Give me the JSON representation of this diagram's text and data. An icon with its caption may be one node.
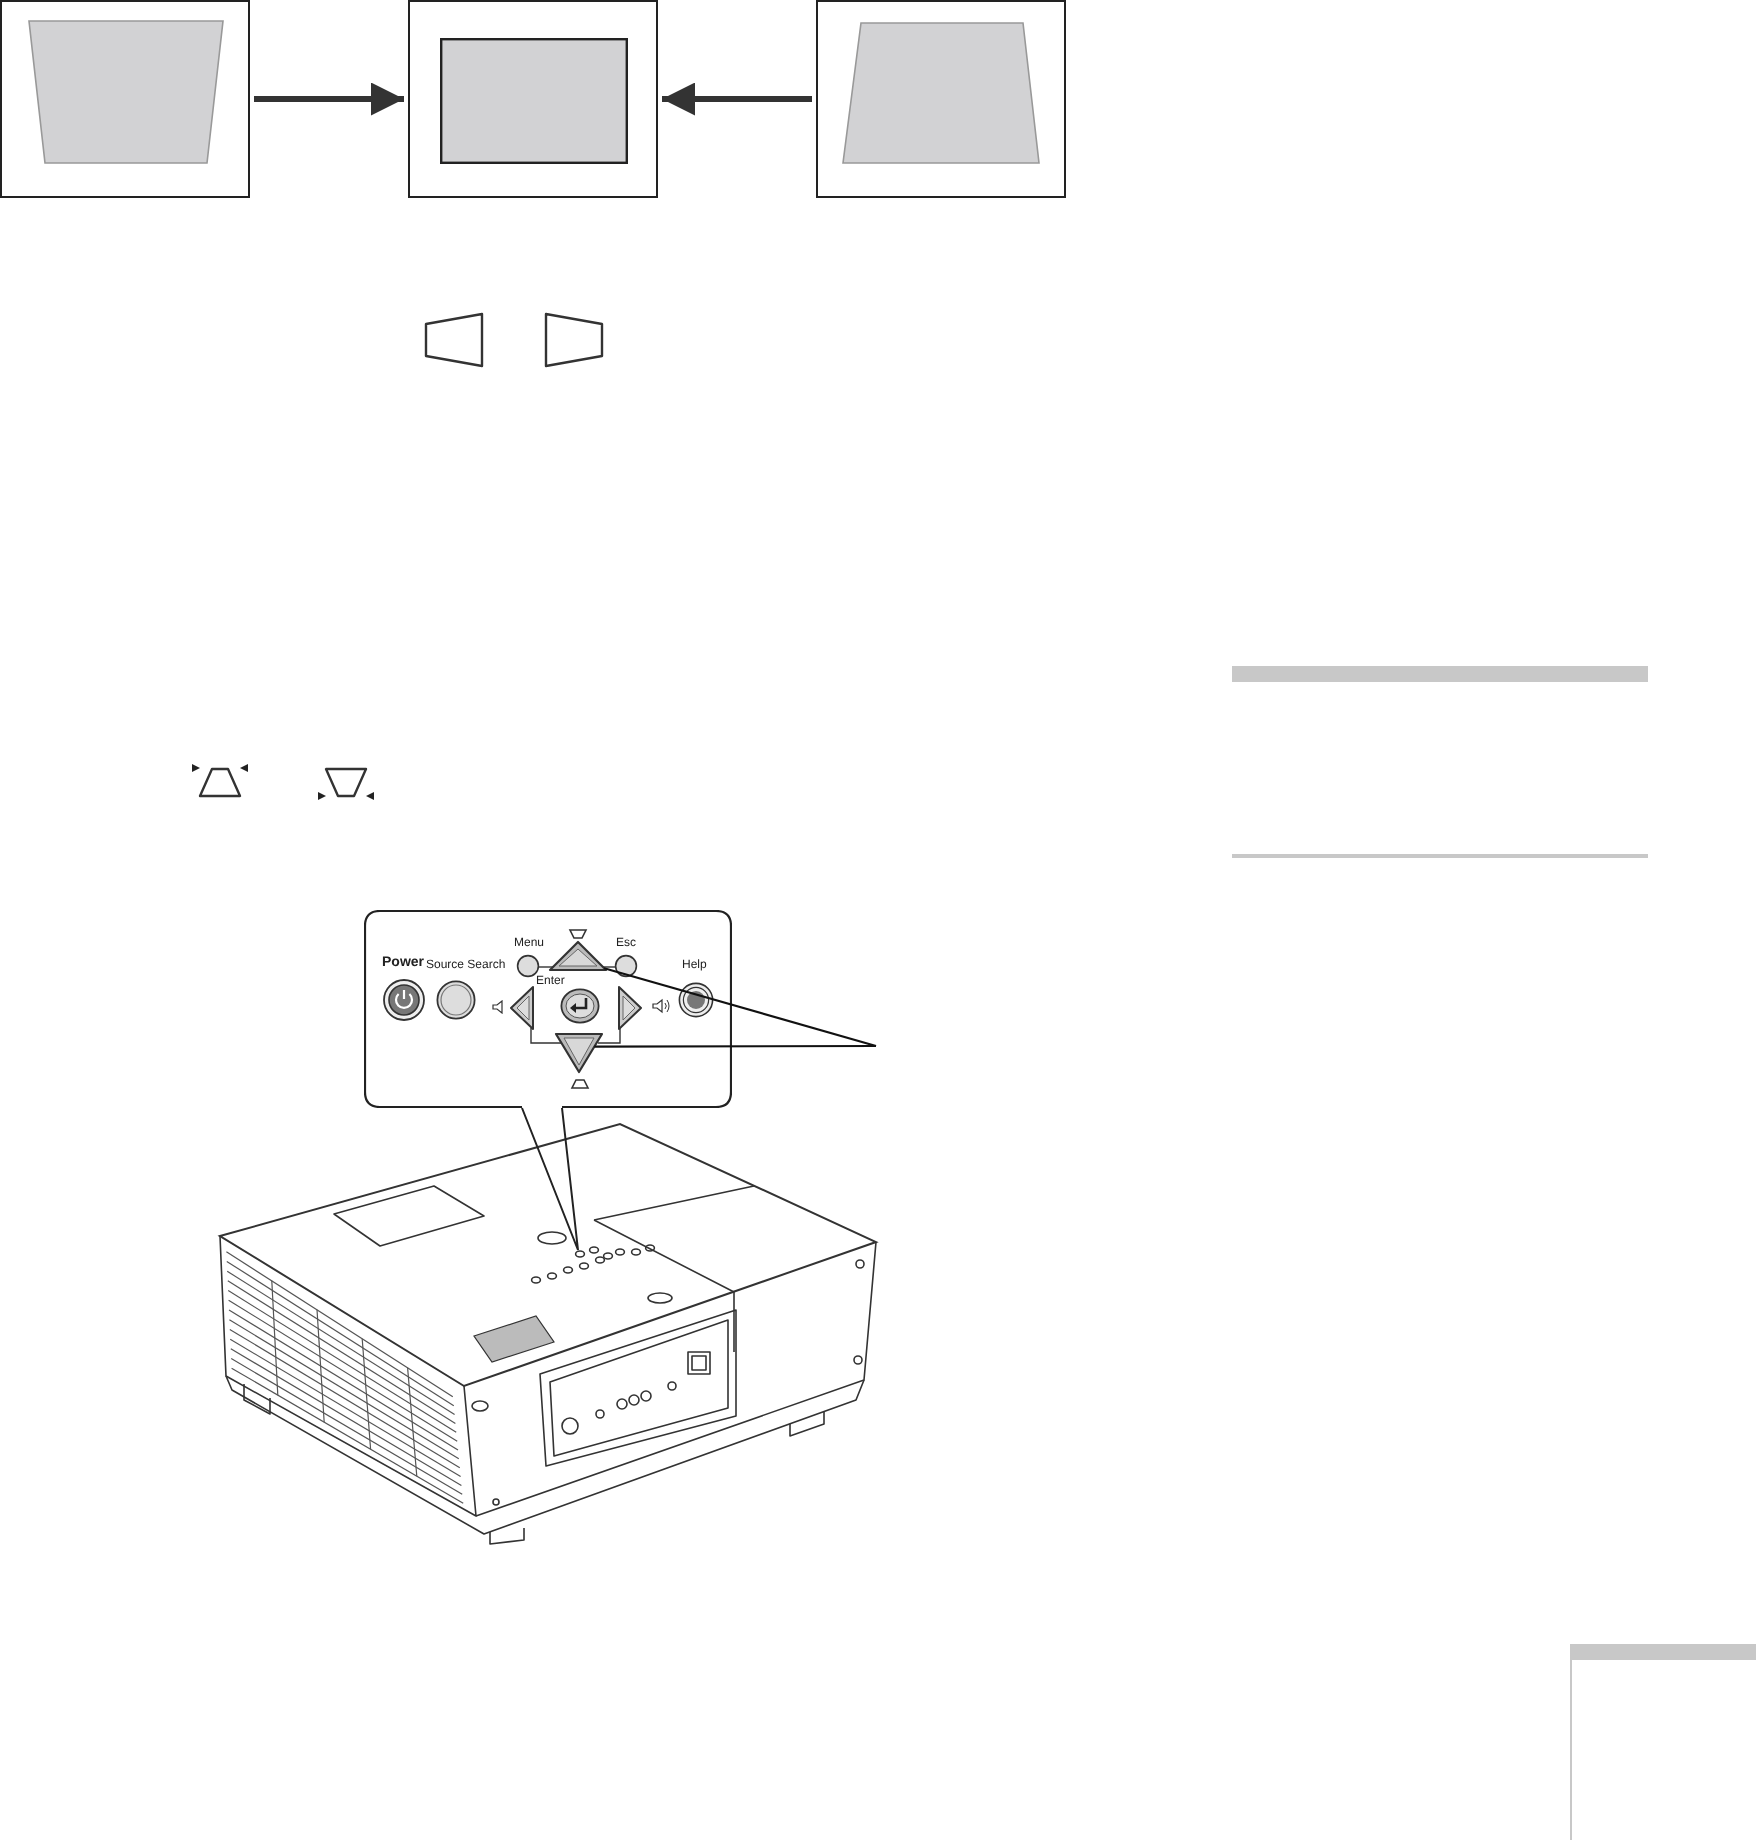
{
  "diagram": {
    "nodes": [
      {
        "text": [],
        "shape": "box"
      },
      {
        "text": [],
        "shape": "box"
      },
      {
        "text": [],
        "shape": "box"
      },
      {
        "text": [
          "Power",
          "Source Search",
          "Menu",
          "Esc",
          "Enter",
          "Help"
        ]
      },
      {
        "text": [],
        "shape": "triangle",
        "in": 3
      },
      {
        "text": [],
        "shape": "triangle",
        "in": 3
      }
    ],
    "edges": [
      {
        "from": 0,
        "to": 1,
        "arrow": "to",
        "style": "thick"
      },
      {
        "from": 2,
        "to": 1,
        "arrow": "to",
        "style": "thick"
      },
      {
        "from": null,
        "to": 4,
        "arrow": "none"
      },
      {
        "from": null,
        "to": 5,
        "arrow": "none"
      }
    ]
  }
}
